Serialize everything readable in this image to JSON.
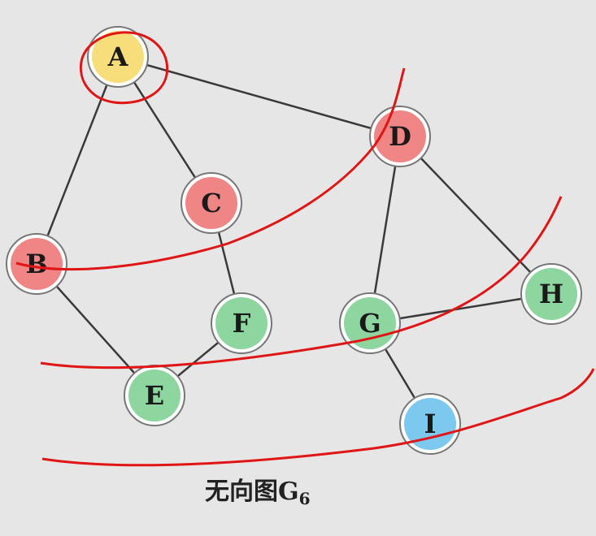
{
  "graph": {
    "caption_main": "无向图G",
    "caption_sub": "6",
    "colors": {
      "yellow": "#f7de7a",
      "red": "#ef8585",
      "green": "#8ed6a0",
      "blue": "#7cc8ef",
      "edge": "#3a3a3a",
      "annotation": "#e01515"
    },
    "nodes": [
      {
        "id": "A",
        "label": "A",
        "color": "yellow"
      },
      {
        "id": "B",
        "label": "B",
        "color": "red"
      },
      {
        "id": "C",
        "label": "C",
        "color": "red"
      },
      {
        "id": "D",
        "label": "D",
        "color": "red"
      },
      {
        "id": "E",
        "label": "E",
        "color": "green"
      },
      {
        "id": "F",
        "label": "F",
        "color": "green"
      },
      {
        "id": "G",
        "label": "G",
        "color": "green"
      },
      {
        "id": "H",
        "label": "H",
        "color": "green"
      },
      {
        "id": "I",
        "label": "I",
        "color": "blue"
      }
    ],
    "edges": [
      [
        "A",
        "B"
      ],
      [
        "A",
        "C"
      ],
      [
        "A",
        "D"
      ],
      [
        "B",
        "E"
      ],
      [
        "C",
        "F"
      ],
      [
        "E",
        "F"
      ],
      [
        "D",
        "G"
      ],
      [
        "D",
        "H"
      ],
      [
        "G",
        "H"
      ],
      [
        "G",
        "I"
      ]
    ]
  }
}
